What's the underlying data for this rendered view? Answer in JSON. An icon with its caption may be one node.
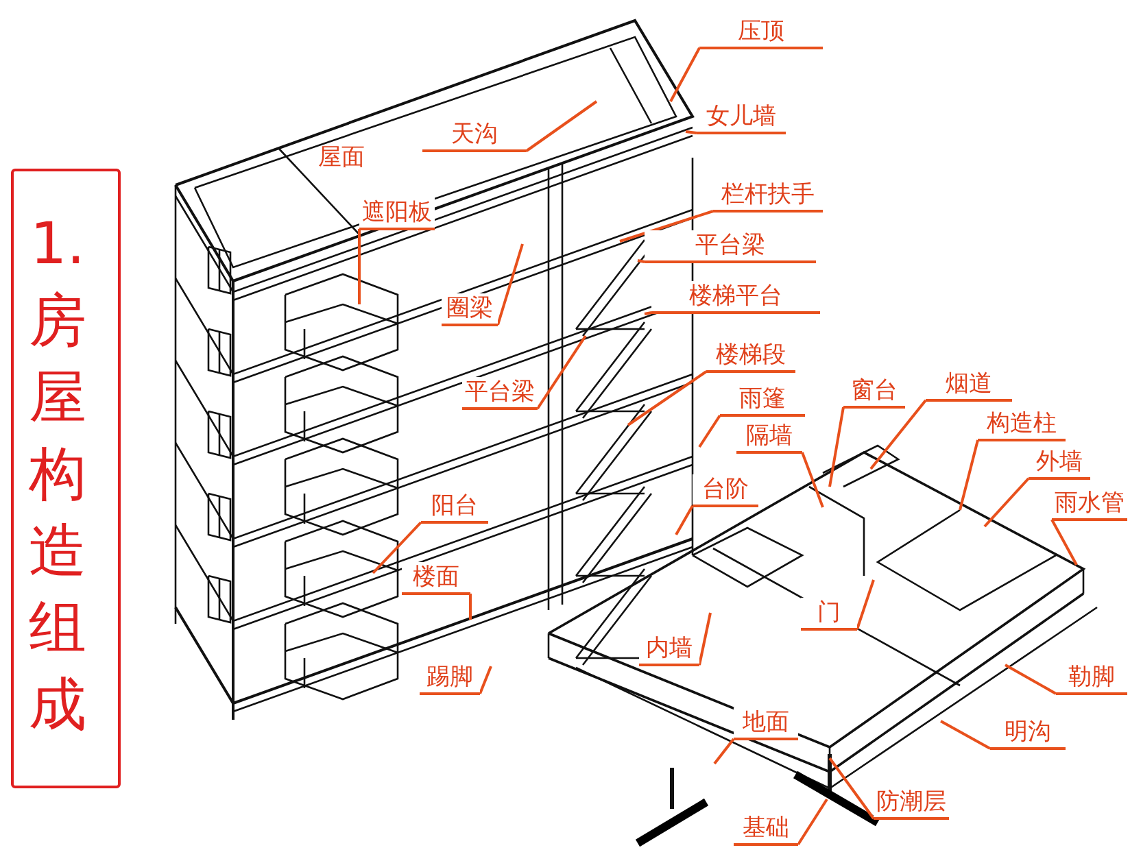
{
  "diagram": {
    "title": "1.房屋构造组成",
    "nodes": [
      {
        "text": [
          "压顶"
        ]
      },
      {
        "text": [
          "女儿墙"
        ]
      },
      {
        "text": [
          "天沟"
        ]
      },
      {
        "text": [
          "遮阳板"
        ]
      },
      {
        "text": [
          "栏杆扶手"
        ]
      },
      {
        "text": [
          "平台梁"
        ]
      },
      {
        "text": [
          "楼梯平台"
        ]
      },
      {
        "text": [
          "圈梁"
        ]
      },
      {
        "text": [
          "楼梯段"
        ]
      },
      {
        "text": [
          "平台梁"
        ]
      },
      {
        "text": [
          "雨篷"
        ]
      },
      {
        "text": [
          "窗台"
        ]
      },
      {
        "text": [
          "烟道"
        ]
      },
      {
        "text": [
          "隔墙"
        ]
      },
      {
        "text": [
          "构造柱"
        ]
      },
      {
        "text": [
          "外墙"
        ]
      },
      {
        "text": [
          "雨水管"
        ]
      },
      {
        "text": [
          "台阶"
        ]
      },
      {
        "text": [
          "阳台"
        ]
      },
      {
        "text": [
          "楼面"
        ]
      },
      {
        "text": [
          "门"
        ]
      },
      {
        "text": [
          "内墙"
        ]
      },
      {
        "text": [
          "踢脚"
        ]
      },
      {
        "text": [
          "勒脚"
        ]
      },
      {
        "text": [
          "地面"
        ]
      },
      {
        "text": [
          "明沟"
        ]
      },
      {
        "text": [
          "防潮层"
        ]
      },
      {
        "text": [
          "基础"
        ]
      }
    ],
    "edges": [
      {
        "from": 0,
        "to": null,
        "arrow": "none"
      },
      {
        "from": 1,
        "to": null,
        "arrow": "none"
      },
      {
        "from": 2,
        "to": null,
        "arrow": "none"
      },
      {
        "from": 3,
        "to": null,
        "arrow": "none"
      },
      {
        "from": 4,
        "to": null,
        "arrow": "none"
      },
      {
        "from": 5,
        "to": null,
        "arrow": "none"
      },
      {
        "from": 6,
        "to": null,
        "arrow": "none"
      },
      {
        "from": 7,
        "to": null,
        "arrow": "none"
      },
      {
        "from": 8,
        "to": null,
        "arrow": "none"
      },
      {
        "from": 9,
        "to": null,
        "arrow": "none"
      },
      {
        "from": 10,
        "to": null,
        "arrow": "none"
      },
      {
        "from": 11,
        "to": null,
        "arrow": "none"
      },
      {
        "from": 12,
        "to": null,
        "arrow": "none"
      },
      {
        "from": 13,
        "to": null,
        "arrow": "none"
      },
      {
        "from": 14,
        "to": null,
        "arrow": "none"
      },
      {
        "from": 15,
        "to": null,
        "arrow": "none"
      },
      {
        "from": 16,
        "to": null,
        "arrow": "none"
      },
      {
        "from": 17,
        "to": null,
        "arrow": "none"
      },
      {
        "from": 18,
        "to": null,
        "arrow": "none"
      },
      {
        "from": 19,
        "to": null,
        "arrow": "none"
      },
      {
        "from": 20,
        "to": null,
        "arrow": "none"
      },
      {
        "from": 21,
        "to": null,
        "arrow": "none"
      },
      {
        "from": 22,
        "to": null,
        "arrow": "none"
      },
      {
        "from": 23,
        "to": null,
        "arrow": "none"
      },
      {
        "from": 24,
        "to": null,
        "arrow": "none"
      },
      {
        "from": 25,
        "to": null,
        "arrow": "none"
      },
      {
        "from": 26,
        "to": null,
        "arrow": "none"
      },
      {
        "from": 27,
        "to": null,
        "arrow": "none"
      }
    ],
    "labels": [
      "屋面"
    ]
  }
}
